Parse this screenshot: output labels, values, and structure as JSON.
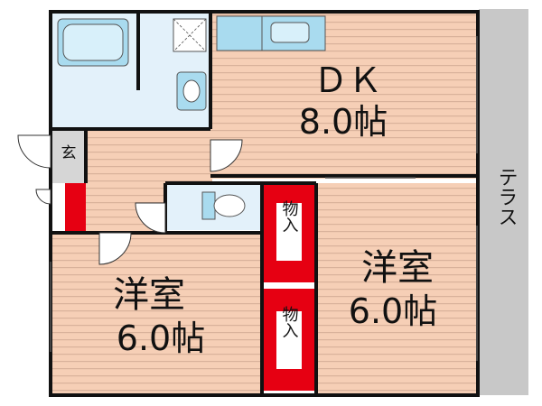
{
  "rooms": {
    "dk": {
      "name": "ＤＫ",
      "size": "8.0帖"
    },
    "western_right": {
      "name": "洋室",
      "size": "6.0帖"
    },
    "western_left": {
      "name": "洋室",
      "size": "6.0帖"
    },
    "entrance": {
      "name": "玄"
    },
    "storage_upper": {
      "name": "物入"
    },
    "storage_lower": {
      "name": "物入"
    },
    "terrace": {
      "name": "テラス"
    }
  },
  "colors": {
    "floor": "#f6cfb6",
    "floor_stripe": "#d9b29b",
    "wet_area": "#e3f1fa",
    "fixture": "#a9dbef",
    "storage": "#e60012",
    "wall": "#111111",
    "terrace": "#c8c8c8",
    "entrance_floor": "#d6d6d6"
  },
  "icons": [
    "bathtub-icon",
    "washing-machine-pan-icon",
    "toilet-icon",
    "sink-icon",
    "kitchen-counter-icon"
  ]
}
